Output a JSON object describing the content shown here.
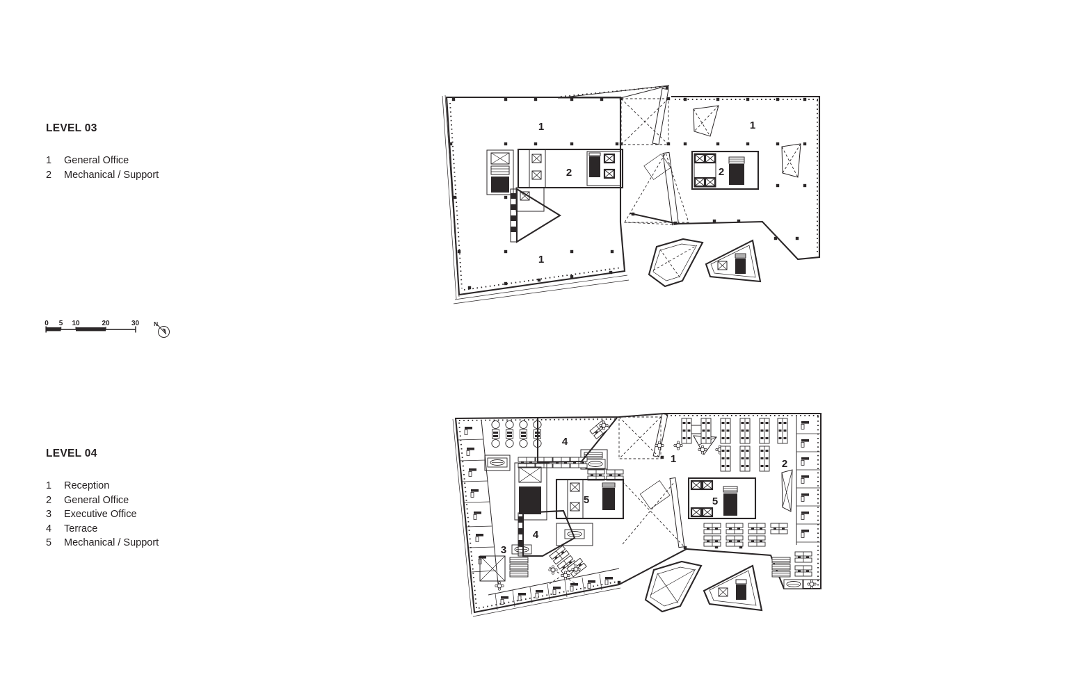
{
  "page": {
    "background": "#ffffff",
    "ink": "#231f20"
  },
  "level03": {
    "title": "LEVEL 03",
    "legend": [
      {
        "num": "1",
        "label": "General Office"
      },
      {
        "num": "2",
        "label": "Mechanical / Support"
      }
    ],
    "room_labels": [
      {
        "id": "general-office-northwest",
        "text": "1"
      },
      {
        "id": "mechanical-support-left-core",
        "text": "2"
      },
      {
        "id": "general-office-southwest",
        "text": "1"
      },
      {
        "id": "general-office-northeast",
        "text": "1"
      },
      {
        "id": "mechanical-support-right-core",
        "text": "2"
      }
    ]
  },
  "level04": {
    "title": "LEVEL 04",
    "legend": [
      {
        "num": "1",
        "label": "Reception"
      },
      {
        "num": "2",
        "label": "General Office"
      },
      {
        "num": "3",
        "label": "Executive Office"
      },
      {
        "num": "4",
        "label": "Terrace"
      },
      {
        "num": "5",
        "label": "Mechanical / Support"
      }
    ],
    "room_labels": [
      {
        "id": "terrace-north",
        "text": "4"
      },
      {
        "id": "reception",
        "text": "1"
      },
      {
        "id": "general-office-east",
        "text": "2"
      },
      {
        "id": "mechanical-support-left-core",
        "text": "5"
      },
      {
        "id": "mechanical-support-right-core",
        "text": "5"
      },
      {
        "id": "terrace-middle",
        "text": "4"
      },
      {
        "id": "executive-office",
        "text": "3"
      }
    ]
  },
  "scale_bar": {
    "ticks": [
      "0",
      "5",
      "10",
      "20",
      "30"
    ]
  },
  "north": {
    "label": "N"
  }
}
